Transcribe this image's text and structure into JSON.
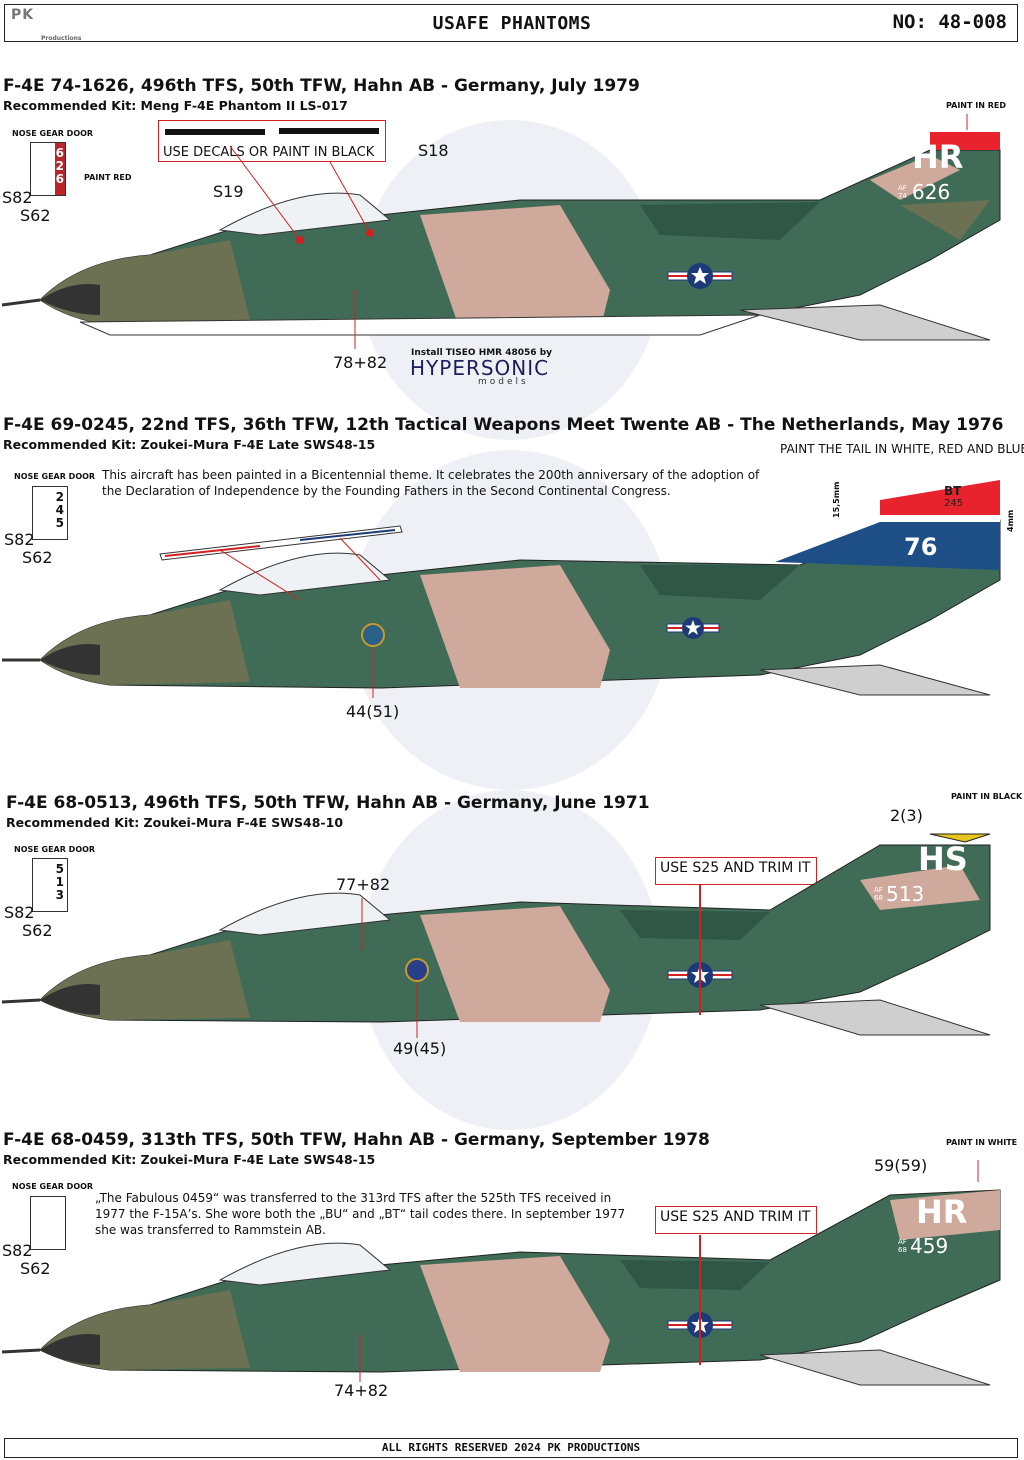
{
  "header": {
    "logo": "PK",
    "logo_sub": "Productions",
    "title": "USAFE PHANTOMS",
    "number": "NO: 48-008"
  },
  "colors": {
    "camo_green": "#3f6b57",
    "camo_dark": "#2f5646",
    "camo_olive": "#6b7152",
    "camo_tan": "#cfa99b",
    "tail_red": "#e8232d",
    "tail_blue": "#1d4f86",
    "accent_red": "#d32020"
  },
  "sections": [
    {
      "title": "F-4E 74-1626, 496th TFS, 50th TFW, Hahn AB - Germany, July 1979",
      "kit": "Recommended Kit: Meng F-4E Phantom II LS-017",
      "gear_nums": [
        "6",
        "2",
        "6"
      ],
      "gear_paint": "PAINT RED",
      "callout": "USE DECALS OR PAINT IN BLACK",
      "labels": [
        "S18",
        "S19",
        "78+82",
        "S82",
        "S62"
      ],
      "tail_note": "PAINT IN RED",
      "tail_code": "HR",
      "serial_prefix_1": "AF",
      "serial_prefix_2": "74",
      "serial": "626",
      "install_note": "Install TISEO HMR 48056 by",
      "brand": "HYPERSONIC",
      "brand_sub": "models",
      "nose_label": "NOSE GEAR DOOR"
    },
    {
      "title": "F-4E  69-0245, 22nd TFS, 36th TFW, 12th Tactical Weapons Meet Twente AB - The Netherlands,  May 1976",
      "kit": "Recommended Kit: Zoukei-Mura F-4E Late SWS48-15",
      "gear_nums": [
        "2",
        "4",
        "5"
      ],
      "note": "This aircraft has been painted in a Bicentennial theme. It celebrates the 200th anniversary of the adoption of the Declaration of Independence by the Founding Fathers in the Second Continental Congress.",
      "tail_note": "PAINT THE TAIL IN WHITE, RED AND BLUE",
      "tail_code": "BT",
      "tail_serial": "245",
      "tail_number": "76",
      "dim_1": "15,5mm",
      "dim_2": "4mm",
      "labels": [
        "44(51)",
        "S82",
        "S62"
      ],
      "nose_label": "NOSE GEAR DOOR"
    },
    {
      "title": "F-4E  68-0513, 496th TFS, 50th TFW, Hahn AB - Germany,  June 1971",
      "kit": "Recommended Kit: Zoukei-Mura F-4E SWS48-10",
      "gear_nums": [
        "5",
        "1",
        "3"
      ],
      "tail_note": "PAINT IN BLACK",
      "callout": "USE S25 AND TRIM IT",
      "tail_code": "HS",
      "serial_prefix_1": "AF",
      "serial_prefix_2": "68",
      "serial": "513",
      "labels": [
        "2(3)",
        "77+82",
        "49(45)",
        "S82",
        "S62"
      ],
      "nose_label": "NOSE GEAR DOOR"
    },
    {
      "title": "F-4E  68-0459, 313th TFS, 50th TFW, Hahn AB - Germany,  September 1978",
      "kit": "Recommended Kit: Zoukei-Mura F-4E Late SWS48-15",
      "gear_nums": [],
      "note": "„The Fabulous 0459“ was transferred to the 313rd TFS after the 525th TFS received in 1977 the F-15A’s. She wore both the „BU“ and „BT“ tail codes there. In september 1977 she was transferred to Rammstein AB.",
      "tail_note": "PAINT IN WHITE",
      "callout": "USE S25 AND TRIM IT",
      "tail_code": "HR",
      "serial_prefix_1": "AF",
      "serial_prefix_2": "68",
      "serial": "459",
      "labels": [
        "59(59)",
        "74+82",
        "S82",
        "S62"
      ],
      "nose_label": "NOSE GEAR DOOR"
    }
  ],
  "footer": "ALL RIGHTS RESERVED 2024 PK PRODUCTIONS"
}
